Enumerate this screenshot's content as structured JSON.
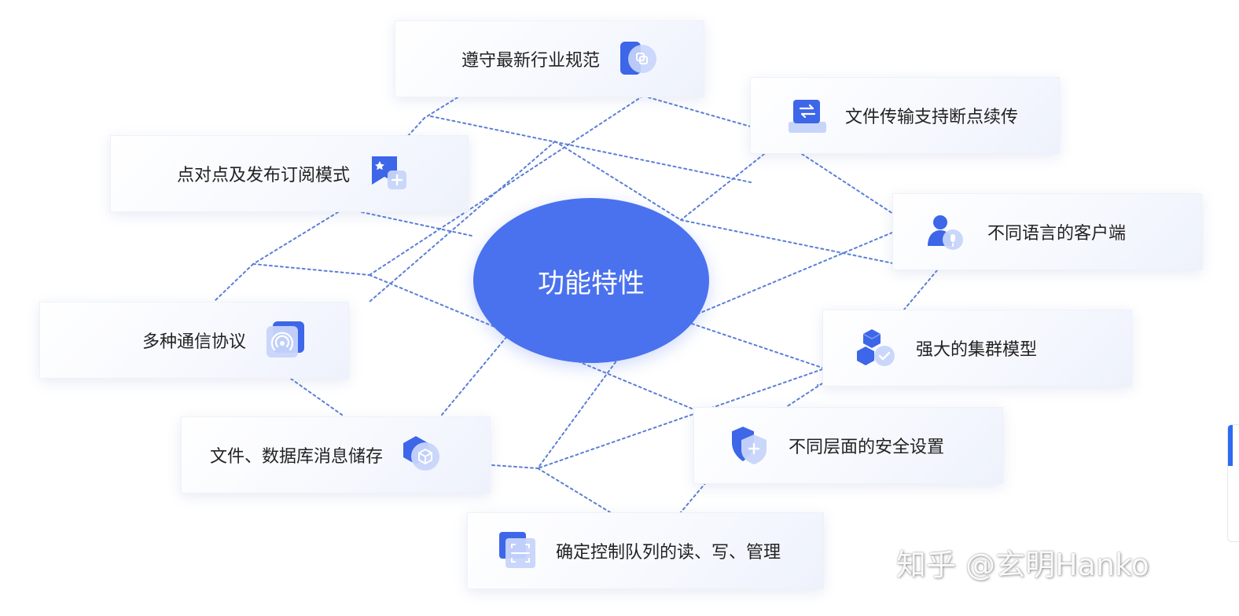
{
  "center": {
    "label": "功能特性"
  },
  "features": [
    {
      "id": "industry-standard",
      "label": "遵守最新行业规范",
      "icon": "overlap-squares-icon"
    },
    {
      "id": "resumable-transfer",
      "label": "文件传输支持断点续传",
      "icon": "transfer-arrows-icon"
    },
    {
      "id": "pubsub-mode",
      "label": "点对点及发布订阅模式",
      "icon": "flag-plus-icon"
    },
    {
      "id": "multi-language-client",
      "label": "不同语言的客户端",
      "icon": "user-mic-icon"
    },
    {
      "id": "protocols",
      "label": "多种通信协议",
      "icon": "broadcast-icon"
    },
    {
      "id": "cluster-model",
      "label": "强大的集群模型",
      "icon": "cubes-check-icon"
    },
    {
      "id": "message-storage",
      "label": "文件、数据库消息储存",
      "icon": "hexagon-cube-icon"
    },
    {
      "id": "security-settings",
      "label": "不同层面的安全设置",
      "icon": "shield-plus-icon"
    },
    {
      "id": "queue-management",
      "label": "确定控制队列的读、写、管理",
      "icon": "scan-frame-icon"
    }
  ],
  "watermark": "知乎 @玄明Hanko",
  "colors": {
    "center_fill": "#4a72ee",
    "icon_primary": "#3d66e8",
    "icon_light": "#c7d5fb",
    "connector": "#5b7fd6"
  }
}
